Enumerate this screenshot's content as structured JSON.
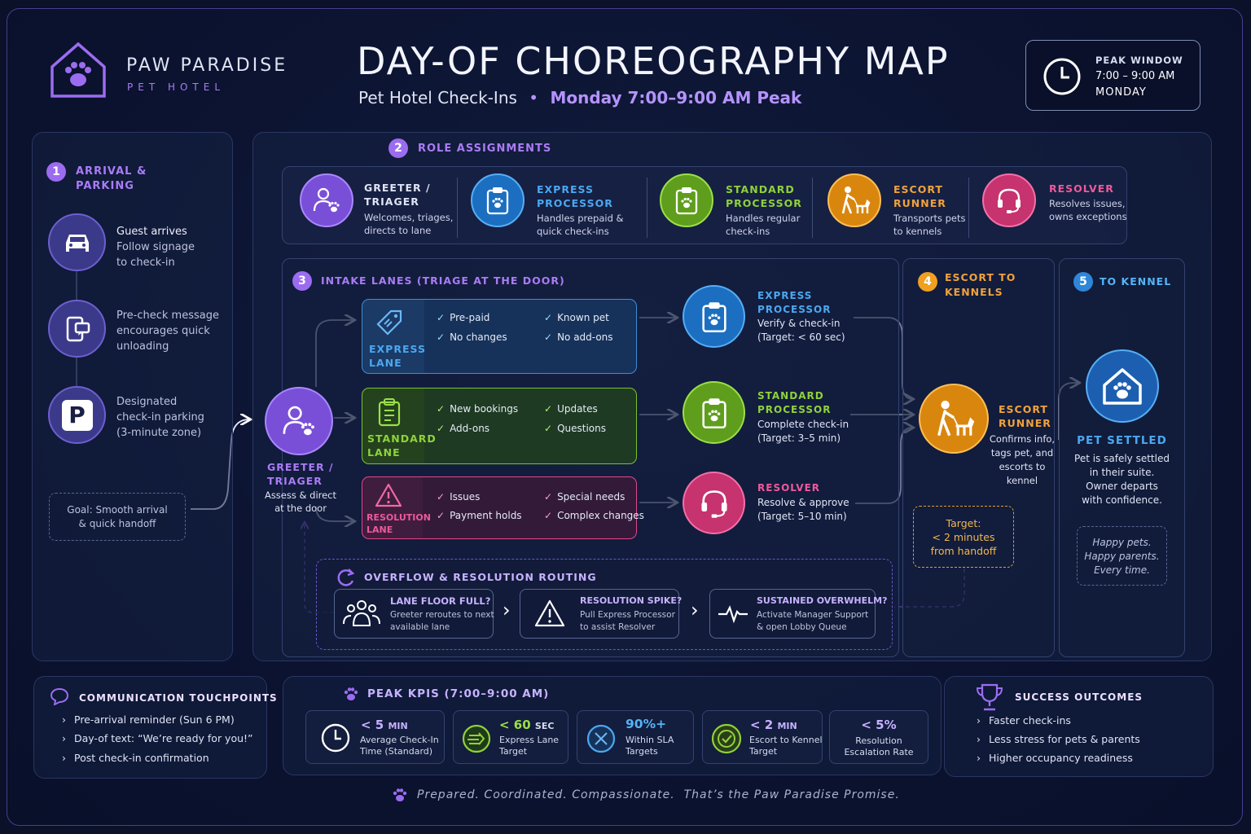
{
  "brand": {
    "name": "PAW PARADISE",
    "sub": "PET HOTEL"
  },
  "header": {
    "title": "DAY-OF CHOREOGRAPHY MAP",
    "subtitle": "Pet Hotel Check-Ins",
    "subtitle_sep": "•",
    "subtitle_highlight": "Monday 7:00–9:00 AM Peak",
    "peak": {
      "label": "PEAK WINDOW",
      "time": "7:00 – 9:00 AM",
      "day": "MONDAY"
    }
  },
  "arrival": {
    "num": "1",
    "title1": "ARRIVAL &",
    "title2": "PARKING",
    "steps": [
      {
        "l1": "Guest arrives",
        "l2": "Follow signage",
        "l3": "to check-in"
      },
      {
        "l1": "Pre-check message",
        "l2": "encourages quick",
        "l3": "unloading"
      },
      {
        "l1": "Designated",
        "l2": "check-in parking",
        "l3": "(3-minute zone)"
      }
    ],
    "parking_glyph": "P",
    "goal1": "Goal: Smooth arrival",
    "goal2": "& quick handoff"
  },
  "roles": {
    "num": "2",
    "title": "ROLE ASSIGNMENTS",
    "items": [
      {
        "t1": "GREETER /",
        "t2": "TRIAGER",
        "d1": "Welcomes, triages,",
        "d2": "directs to lane"
      },
      {
        "t1": "EXPRESS",
        "t2": "PROCESSOR",
        "d1": "Handles prepaid &",
        "d2": "quick check-ins"
      },
      {
        "t1": "STANDARD",
        "t2": "PROCESSOR",
        "d1": "Handles regular",
        "d2": "check-ins"
      },
      {
        "t1": "ESCORT",
        "t2": "RUNNER",
        "d1": "Transports pets",
        "d2": "to kennels"
      },
      {
        "t1": "RESOLVER",
        "t2": "",
        "d1": "Resolves issues,",
        "d2": "owns exceptions"
      }
    ]
  },
  "intake": {
    "num": "3",
    "title": "INTAKE LANES (TRIAGE AT THE DOOR)",
    "greeter": {
      "t1": "GREETER /",
      "t2": "TRIAGER",
      "d1": "Assess & direct",
      "d2": "at the door"
    },
    "lanes": [
      {
        "n1": "EXPRESS",
        "n2": "LANE",
        "c": [
          "Pre-paid",
          "Known pet",
          "No changes",
          "No add-ons"
        ],
        "p1": "EXPRESS",
        "p2": "PROCESSOR",
        "pd1": "Verify & check-in",
        "pd2": "(Target: < 60 sec)"
      },
      {
        "n1": "STANDARD",
        "n2": "LANE",
        "c": [
          "New bookings",
          "Updates",
          "Add-ons",
          "Questions"
        ],
        "p1": "STANDARD",
        "p2": "PROCESSOR",
        "pd1": "Complete check-in",
        "pd2": "(Target: 3–5 min)"
      },
      {
        "n1": "RESOLUTION",
        "n2": "LANE",
        "c": [
          "Issues",
          "Special needs",
          "Payment holds",
          "Complex changes"
        ],
        "p1": "RESOLVER",
        "p2": "",
        "pd1": "Resolve & approve",
        "pd2": "(Target: 5–10 min)"
      }
    ],
    "check": "✓"
  },
  "overflow": {
    "title": "OVERFLOW & RESOLUTION ROUTING",
    "items": [
      {
        "t": "LANE FLOOR FULL?",
        "d1": "Greeter reroutes to next",
        "d2": "available lane"
      },
      {
        "t": "RESOLUTION SPIKE?",
        "d1": "Pull Express Processor",
        "d2": "to assist Resolver"
      },
      {
        "t": "SUSTAINED OVERWHELM?",
        "d1": "Activate Manager Support",
        "d2": "& open Lobby Queue"
      }
    ],
    "sep": "›"
  },
  "escort": {
    "num": "4",
    "title1": "ESCORT TO",
    "title2": "KENNELS",
    "t1": "ESCORT",
    "t2": "RUNNER",
    "d": [
      "Confirms info,",
      "tags pet, and",
      "escorts to",
      "kennel"
    ],
    "target": [
      "Target:",
      "< 2 minutes",
      "from handoff"
    ]
  },
  "kennel": {
    "num": "5",
    "title": "TO KENNEL",
    "settled": "PET SETTLED",
    "d": [
      "Pet is safely settled",
      "in their suite.",
      "Owner departs",
      "with confidence."
    ],
    "happy": [
      "Happy pets.",
      "Happy parents.",
      "Every time."
    ]
  },
  "comms": {
    "title": "COMMUNICATION TOUCHPOINTS",
    "items": [
      "Pre-arrival reminder (Sun 6 PM)",
      "Day-of text: “We’re ready for you!”",
      "Post check-in confirmation"
    ],
    "arrow": "›"
  },
  "kpis": {
    "title": "PEAK KPIS (7:00–9:00 AM)",
    "items": [
      {
        "v": "< 5",
        "u": "MIN",
        "l1": "Average Check-In",
        "l2": "Time (Standard)"
      },
      {
        "v": "< 60",
        "u": "SEC",
        "l1": "Express Lane",
        "l2": "Target"
      },
      {
        "v": "90%+",
        "u": "",
        "l1": "Within SLA",
        "l2": "Targets"
      },
      {
        "v": "< 2",
        "u": "MIN",
        "l1": "Escort to Kennel",
        "l2": "Target"
      },
      {
        "v": "< 5%",
        "u": "",
        "l1": "Resolution",
        "l2": "Escalation Rate"
      }
    ]
  },
  "success": {
    "title": "SUCCESS OUTCOMES",
    "items": [
      "Faster check-ins",
      "Less stress for pets & parents",
      "Higher occupancy readiness"
    ]
  },
  "footer": "Prepared. Coordinated. Compassionate.  That’s the Paw Paradise Promise.",
  "colors": {
    "purple": "#9b6cf0",
    "blue": "#2f86d8",
    "green": "#7cc22a",
    "orange": "#f0a020",
    "pink": "#e4468a",
    "sky": "#3aa0f0"
  }
}
